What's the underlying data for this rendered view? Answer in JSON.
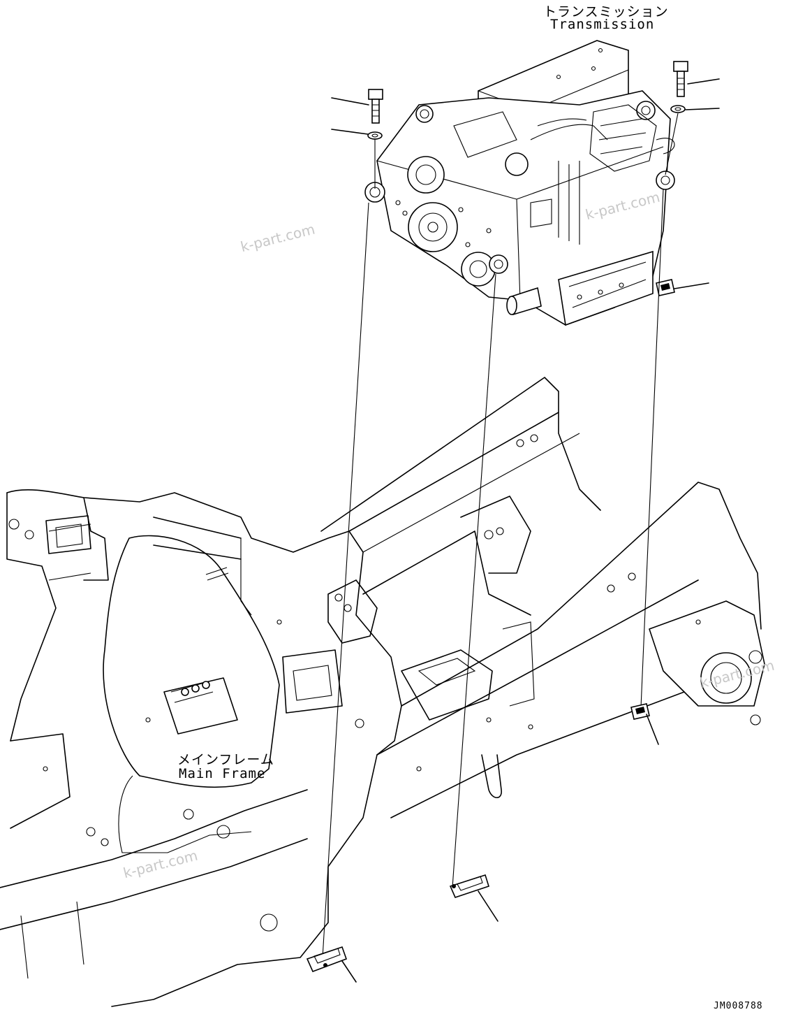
{
  "labels": {
    "transmission_jp": "トランスミッション",
    "transmission_en": "Transmission",
    "main_frame_jp": "メインフレーム",
    "main_frame_en": "Main Frame"
  },
  "watermark": "k-part.com",
  "drawing_code": "JM008788",
  "colors": {
    "ink": "#000000",
    "paper": "#ffffff",
    "watermark": "#c8c8c8"
  }
}
